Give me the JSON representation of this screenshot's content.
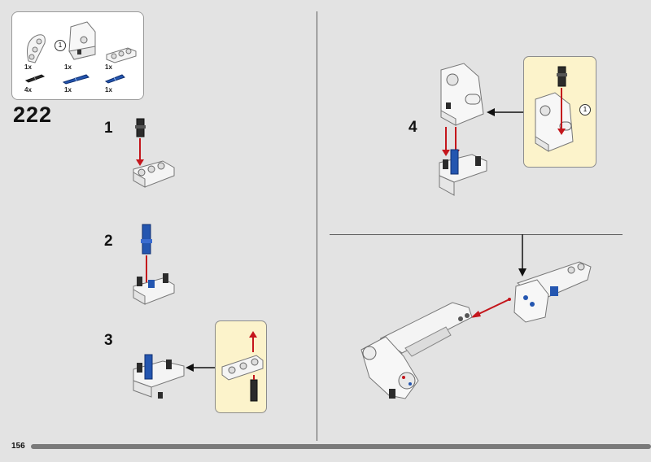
{
  "page_number": "156",
  "build_step_id": "222",
  "parts_list": {
    "callout_count": "1",
    "items": [
      {
        "qty": "1x",
        "part": "curved-beam"
      },
      {
        "qty": "1x",
        "part": "white-frame-subassembly"
      },
      {
        "qty": "1x",
        "part": "thick-liftarm-3"
      },
      {
        "qty": "4x",
        "part": "black-friction-pin"
      },
      {
        "qty": "1x",
        "part": "blue-axle-pin-long"
      },
      {
        "qty": "1x",
        "part": "blue-axle-pin-short"
      }
    ]
  },
  "steps": [
    {
      "number": "1"
    },
    {
      "number": "2"
    },
    {
      "number": "3"
    },
    {
      "number": "4",
      "callout_count": "1"
    }
  ],
  "colors": {
    "background": "#e3e3e3",
    "callout": "#fcf3cb",
    "arrow": "#c4161c",
    "pin_blue": "#2456b0",
    "pin_black": "#2b2b2b"
  }
}
